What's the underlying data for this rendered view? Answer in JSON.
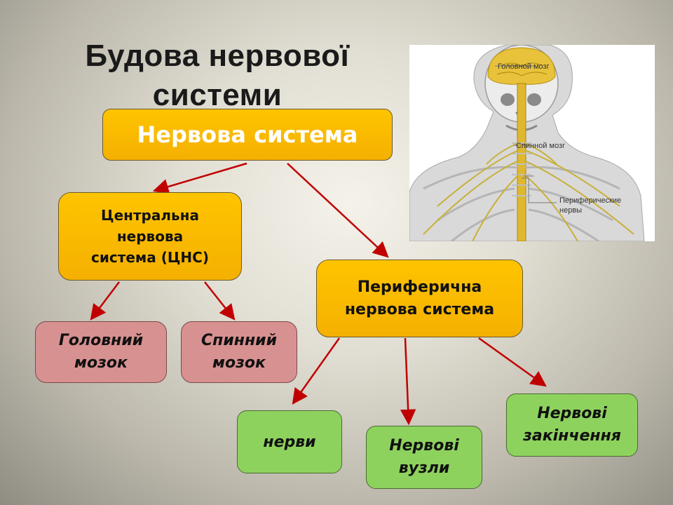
{
  "title": "Будова нервової системи",
  "nodes": {
    "nervous_system": "Нервова система",
    "cns": "Центральна\nнервова\nсистема (ЦНС)",
    "pns": "Периферична\nнервова система",
    "brain": "Головний\nмозок",
    "spinal_cord": "Спинний\nмозок",
    "nerves": "нерви",
    "ganglia": "Нервові\nвузли",
    "nerve_endings": "Нервові\nзакінчення"
  },
  "illustration": {
    "label_brain": "Головной мозг",
    "label_spinal": "Спинной мозг",
    "label_peripheral_1": "Периферические",
    "label_peripheral_2": "нервы"
  },
  "colors": {
    "arrow": "#c00000",
    "orange": "#ffc000",
    "pink": "#d79190",
    "green": "#8ed25e",
    "nerve": "#c8b038"
  }
}
